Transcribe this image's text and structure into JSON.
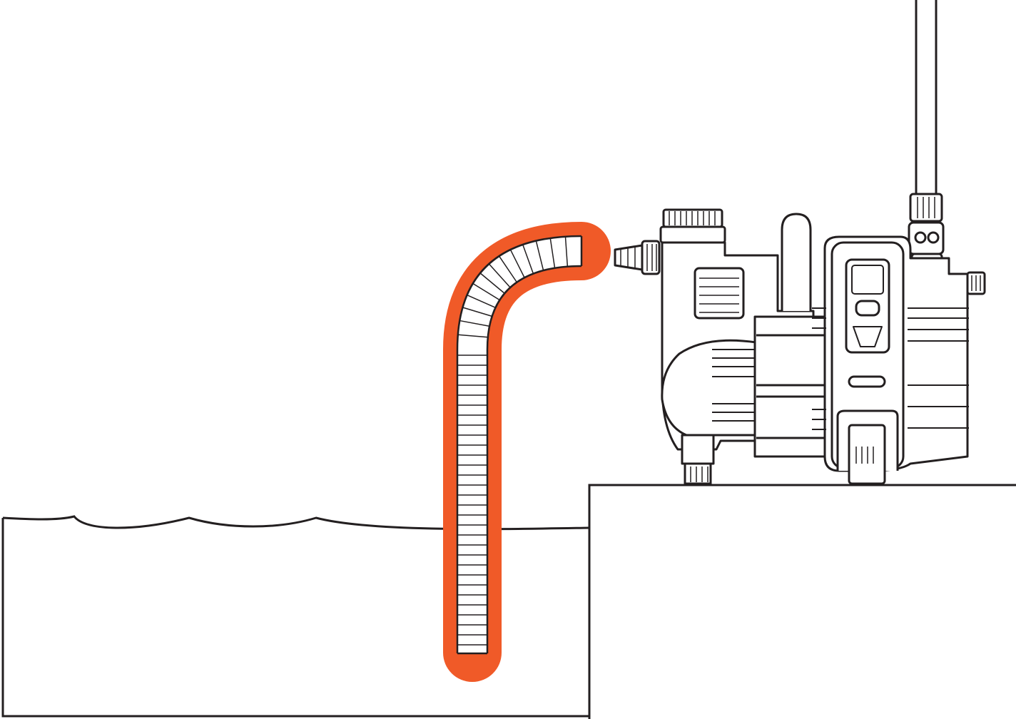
{
  "diagram": {
    "subject": "garden-pump-suction-hose-setup",
    "colors": {
      "line": "#231f20",
      "highlight": "#f05a28",
      "background": "#ffffff"
    },
    "parts": {
      "water_tank": "water-reservoir",
      "suction_hose": "suction-hose-highlighted",
      "pump": "garden-pump",
      "pressure_hose": "pressure-hose",
      "platform": "pump-platform"
    }
  }
}
